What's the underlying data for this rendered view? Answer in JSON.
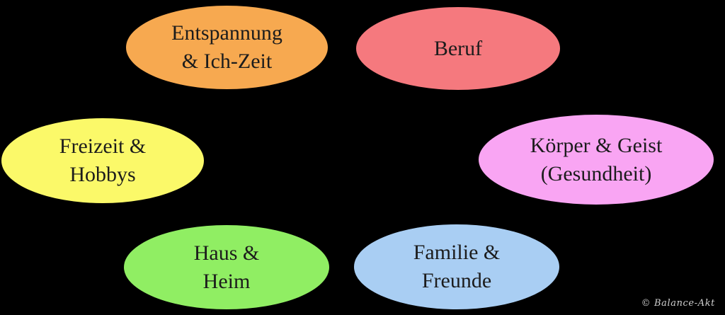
{
  "diagram": {
    "title": "Life balance areas diagram",
    "background_color": "#000000",
    "label_text_color": "#1c1c1c",
    "ellipses": [
      {
        "id": "entspannung",
        "label": "Entspannung & Ich-Zeit",
        "lines": [
          "Entspannung",
          "& Ich-Zeit"
        ],
        "color": "#F7A950",
        "position": "top-left"
      },
      {
        "id": "beruf",
        "label": "Beruf",
        "lines": [
          "Beruf"
        ],
        "color": "#F5797E",
        "position": "top-right"
      },
      {
        "id": "freizeit",
        "label": "Freizeit & Hobbys",
        "lines": [
          "Freizeit &",
          "Hobbys"
        ],
        "color": "#FBF969",
        "position": "middle-left"
      },
      {
        "id": "koerper",
        "label": "Körper & Geist (Gesundheit)",
        "lines": [
          "Körper & Geist",
          "(Gesundheit)"
        ],
        "color": "#F9A5F3",
        "position": "middle-right"
      },
      {
        "id": "haus",
        "label": "Haus & Heim",
        "lines": [
          "Haus &",
          "Heim"
        ],
        "color": "#90EE63",
        "position": "bottom-left"
      },
      {
        "id": "familie",
        "label": "Familie & Freunde",
        "lines": [
          "Familie &",
          "Freunde"
        ],
        "color": "#A9CEF3",
        "position": "bottom-right"
      }
    ],
    "watermark": "© Balance-Akt"
  }
}
